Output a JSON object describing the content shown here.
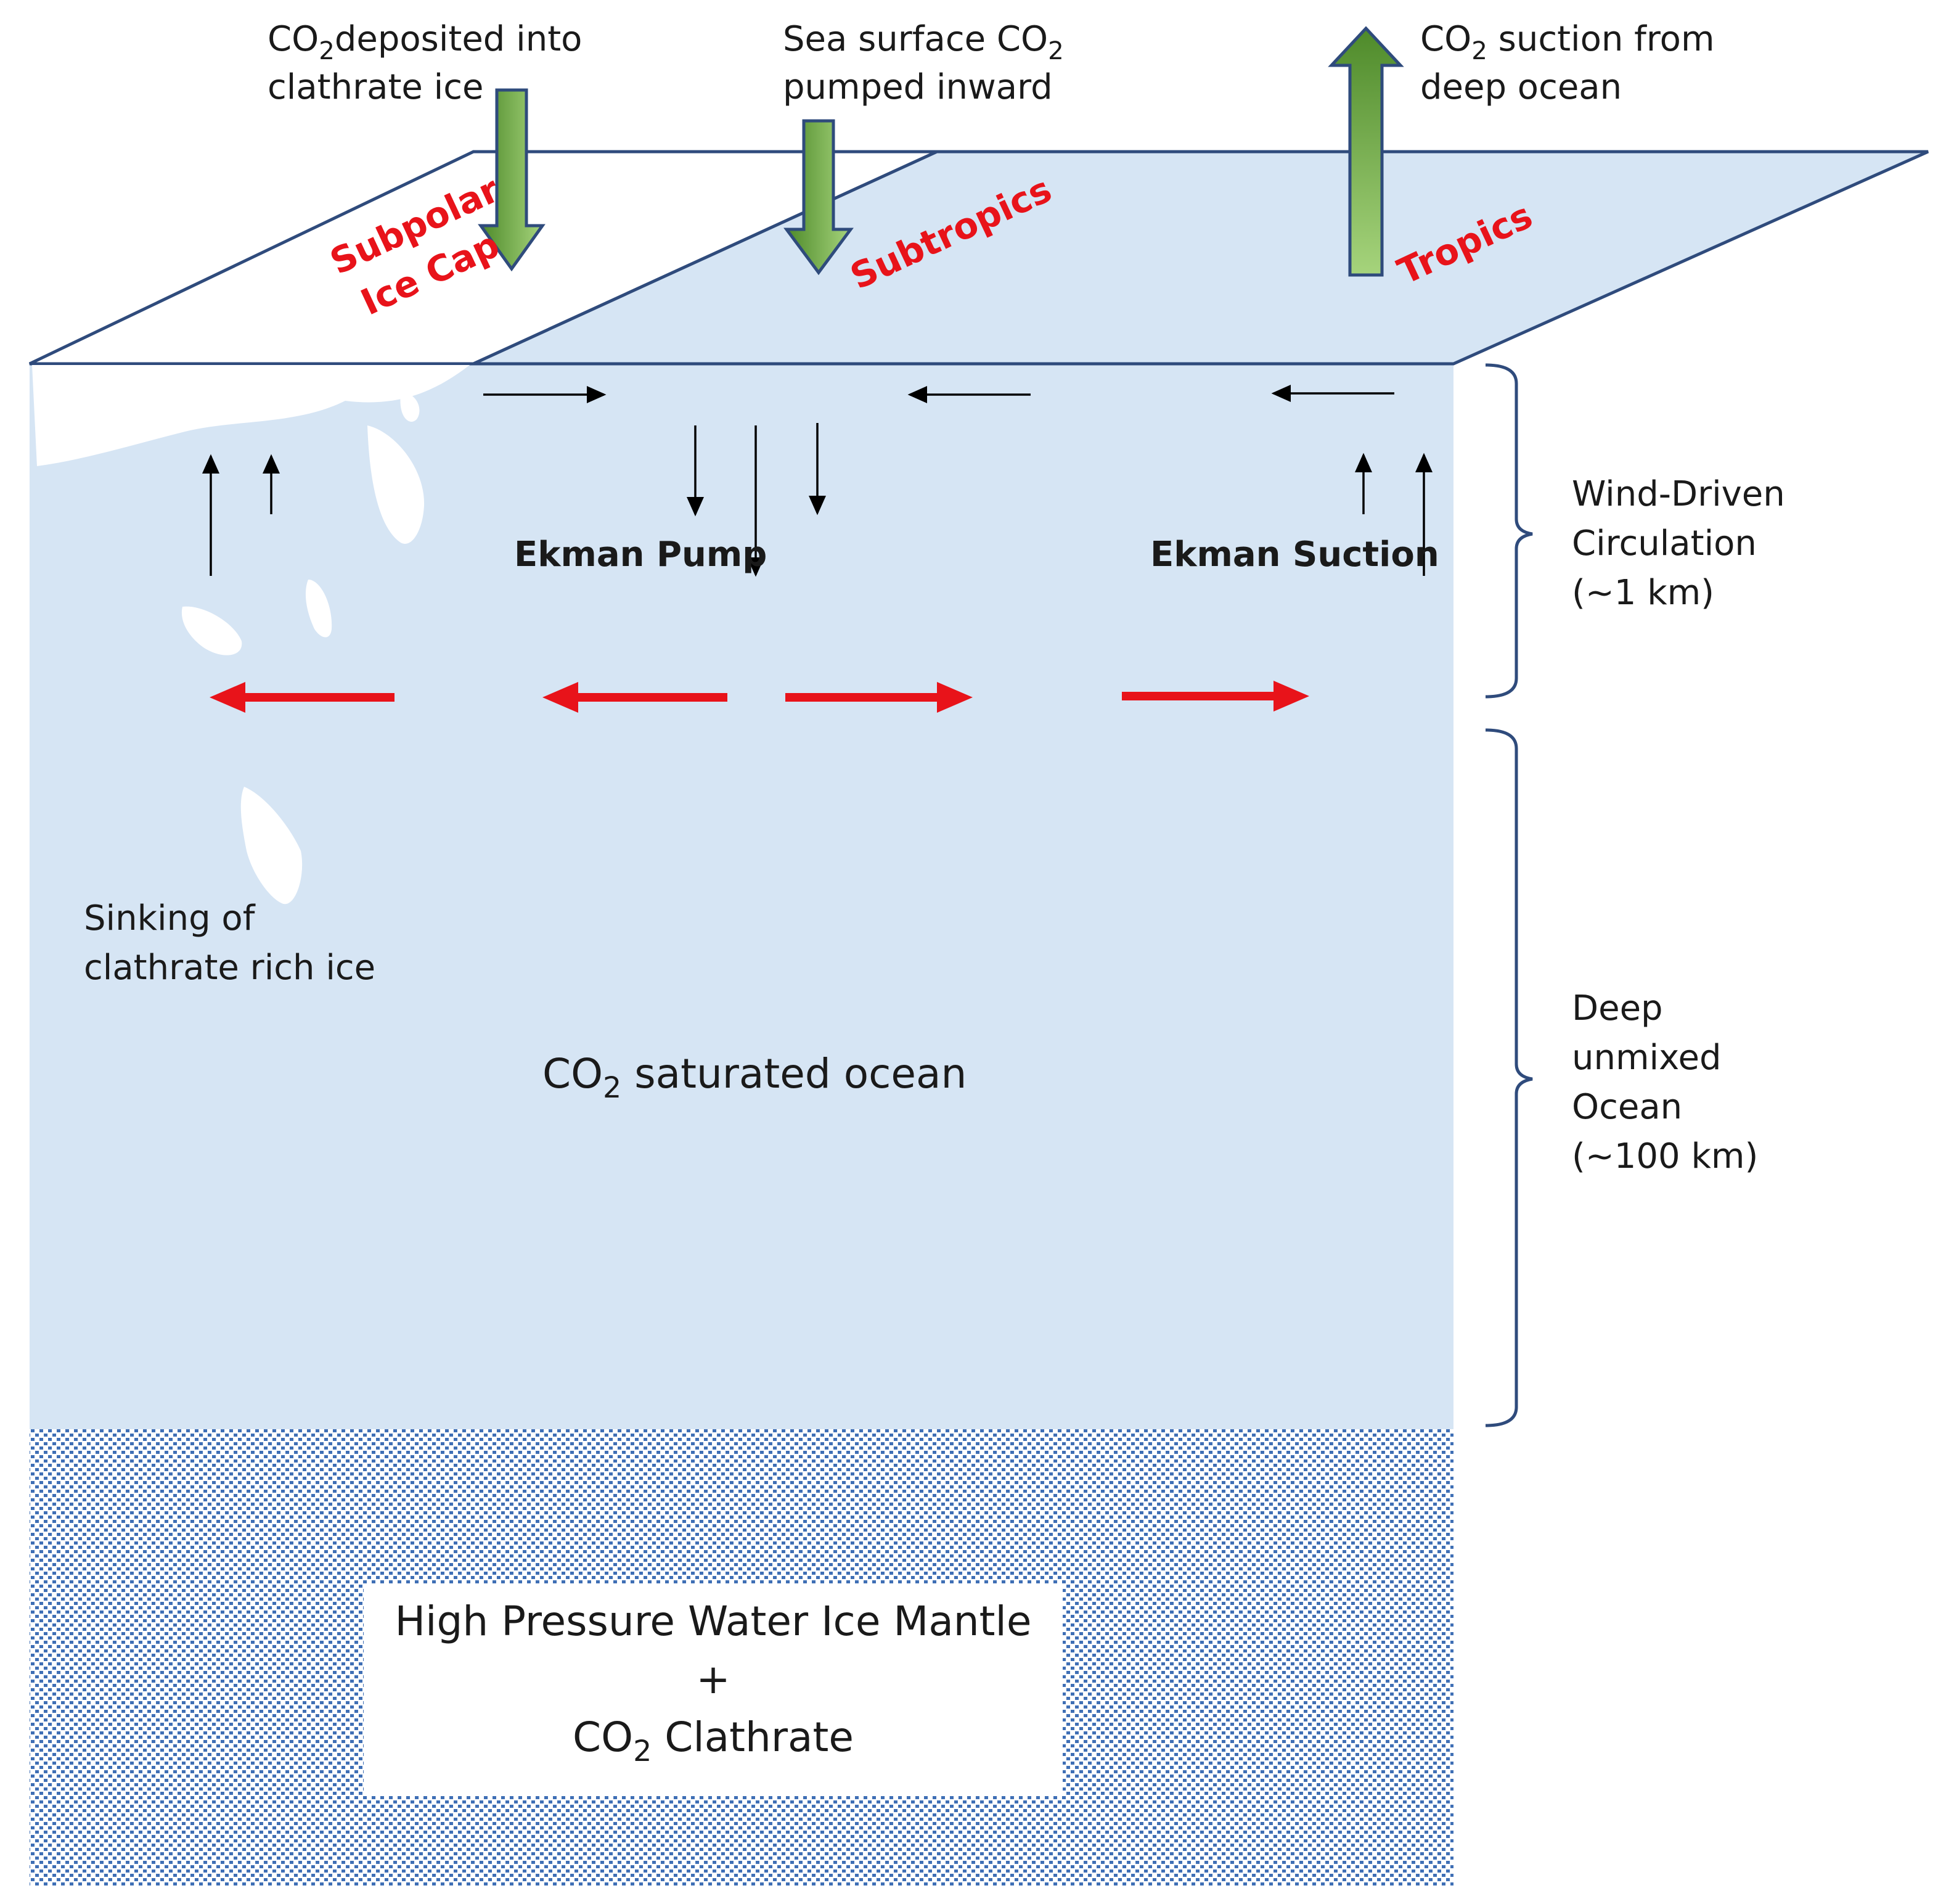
{
  "colors": {
    "ocean": "#d6e5f4",
    "ice": "#ffffff",
    "outline": "#2f4b7c",
    "region_label": "#e8131a",
    "red_arrow": "#e8131a",
    "green_arrow_dark": "#4e8a2a",
    "green_arrow_light": "#a6d47c",
    "mantle_dots": "#3f6fb5"
  },
  "flux_arrows": {
    "deposit": {
      "prefix": "CO",
      "sub": "2",
      "line1_rest": "deposited into",
      "line2": "clathrate ice",
      "icon": "down-arrow"
    },
    "pump": {
      "line1_prefix": "Sea surface CO",
      "sub": "2",
      "line2": "pumped inward",
      "icon": "down-arrow"
    },
    "suction": {
      "prefix": "CO",
      "sub": "2",
      "line1_rest": " suction from",
      "line2": "deep ocean",
      "icon": "up-arrow"
    }
  },
  "regions": {
    "subpolar": [
      "Subpolar",
      "Ice Cap"
    ],
    "subtropics": "Subtropics",
    "tropics": "Tropics"
  },
  "ekman": {
    "pump": "Ekman Pump",
    "suction": "Ekman Suction"
  },
  "sinking": [
    "Sinking of",
    "clathrate rich ice"
  ],
  "ocean_label": {
    "prefix": "CO",
    "sub": "2",
    "rest": " saturated ocean"
  },
  "braces": {
    "wind_driven": [
      "Wind-Driven",
      "Circulation",
      "(~1 km)"
    ],
    "deep": [
      "Deep",
      "unmixed",
      "Ocean",
      "(~100 km)"
    ]
  },
  "mantle": {
    "line1": "High Pressure Water Ice Mantle",
    "line2": "+",
    "line3_prefix": "CO",
    "line3_sub": "2",
    "line3_rest": " Clathrate"
  }
}
